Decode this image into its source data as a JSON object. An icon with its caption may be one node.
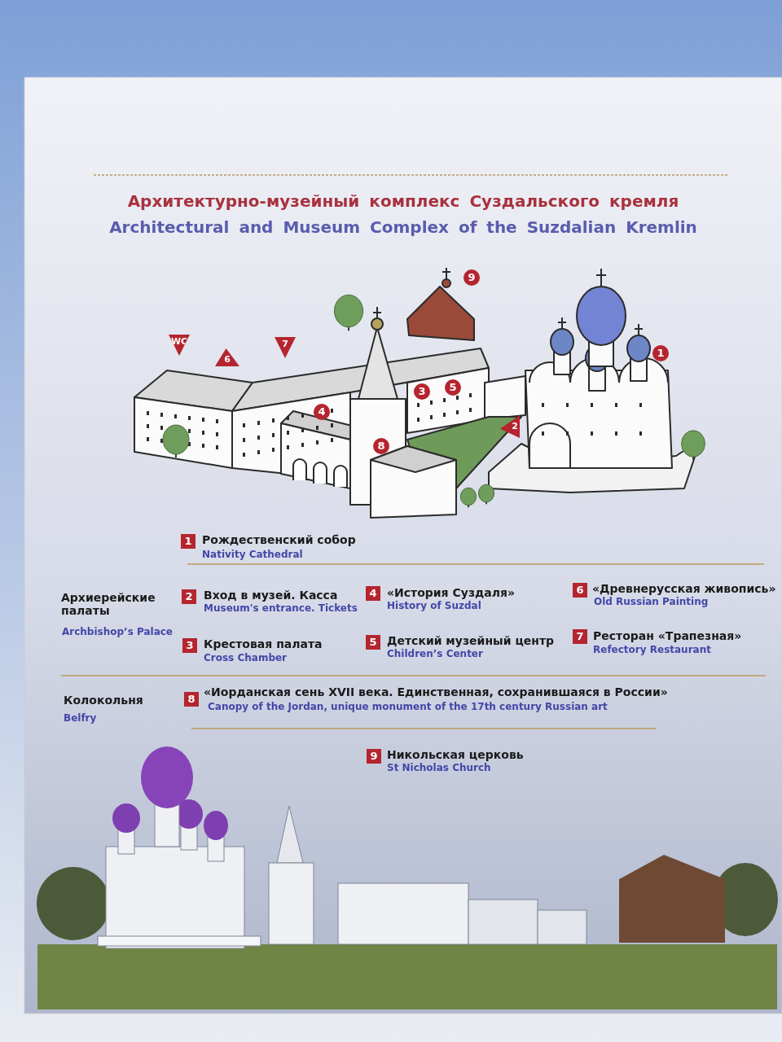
{
  "diagram": {
    "title": "Архитектурно-музейный комплекс Суздальского кремля",
    "labels": [
      "Architectural and Museum Complex of the Suzdalian Kremlin",
      "9",
      "WC",
      "6",
      "7",
      "1",
      "3",
      "5",
      "4",
      "2",
      "8",
      "1",
      "Рождественский собор",
      "Nativity Cathedral",
      "Архиерейские палаты",
      "Archbishop’s Palace",
      "2",
      "Вход в музей. Касса",
      "Museum's entrance. Tickets",
      "4",
      "«История Суздаля»",
      "History of Suzdal",
      "6",
      "«Древнерусская живопись»",
      "Old Russian Painting",
      "3",
      "Крестовая палата",
      "Cross Chamber",
      "5",
      "Детский музейный центр",
      "Children’s Center",
      "7",
      "Ресторан «Трапезная»",
      "Refectory Restaurant",
      "Колокольня",
      "Belfry",
      "8",
      "«Иорданская сень XVII века. Единственная, сохранившаяся в России»",
      "Canopy of the Jordan, unique monument of the 17th century Russian art",
      "9",
      "Никольская церковь",
      "St Nicholas Church"
    ]
  }
}
